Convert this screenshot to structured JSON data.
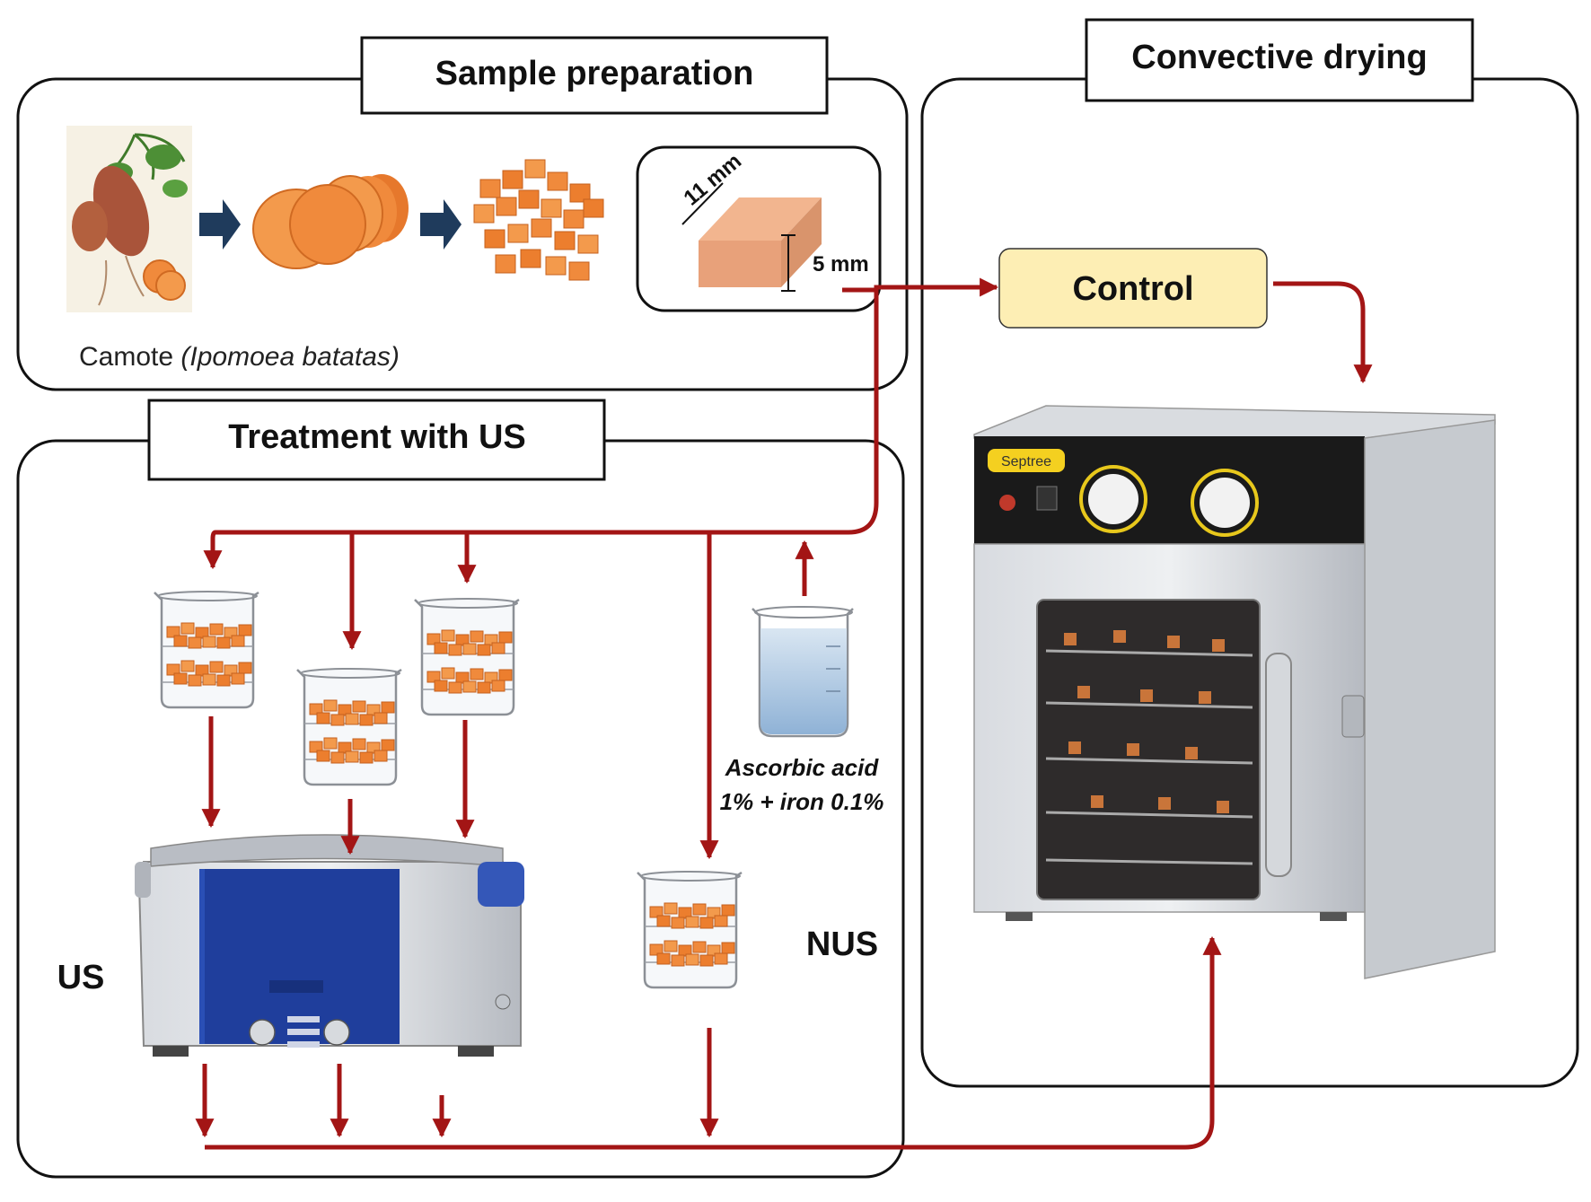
{
  "panels": {
    "sample_preparation": {
      "title": "Sample preparation"
    },
    "treatment": {
      "title": "Treatment with US"
    },
    "drying": {
      "title": "Convective drying"
    }
  },
  "sample": {
    "caption_common": "Camote ",
    "caption_latin": "(Ipomoea batatas)",
    "dim_length": "11 mm",
    "dim_height": "5 mm"
  },
  "control_label": "Control",
  "solution_label_line1": "Ascorbic acid",
  "solution_label_line2": "1% + iron 0.1%",
  "us_label": "US",
  "nus_label": "NUS",
  "dryer_brand": "Septree",
  "colors": {
    "arrow": "#a31515",
    "navy_arrow": "#1f3b5c",
    "control_fill": "#fdeeb4",
    "sweet_potato": "#f08a3c",
    "steel": "#c8ccd2",
    "bath_blue": "#1f3e9c"
  }
}
